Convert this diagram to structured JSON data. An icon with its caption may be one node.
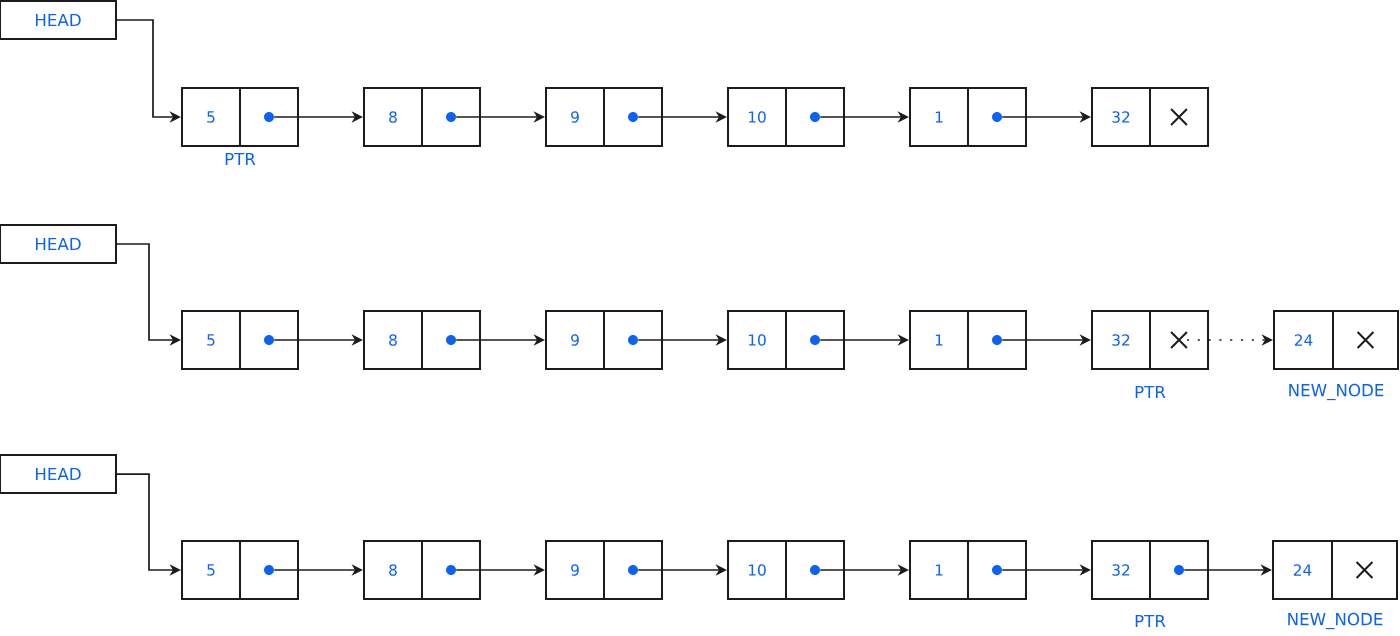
{
  "diagram": {
    "nodes": [
      {
        "text": [
          "HEAD"
        ]
      },
      {
        "text": [
          "5"
        ],
        "beside": [
          "PTR"
        ]
      },
      {
        "text": [],
        "shape": "circle",
        "in": 1
      },
      {
        "text": [
          "8"
        ]
      },
      {
        "text": [],
        "shape": "circle",
        "in": 3
      },
      {
        "text": [
          "9"
        ]
      },
      {
        "text": [],
        "shape": "circle",
        "in": 5
      },
      {
        "text": [
          "10"
        ]
      },
      {
        "text": [],
        "shape": "circle",
        "in": 7
      },
      {
        "text": [
          "1"
        ]
      },
      {
        "text": [],
        "shape": "circle",
        "in": 9
      },
      {
        "text": [
          "32"
        ]
      },
      {
        "text": [],
        "shape": "cross",
        "in": 11
      },
      {
        "text": [
          "HEAD"
        ]
      },
      {
        "text": [
          "5"
        ]
      },
      {
        "text": [],
        "shape": "circle",
        "in": 14
      },
      {
        "text": [
          "8"
        ]
      },
      {
        "text": [],
        "shape": "circle",
        "in": 16
      },
      {
        "text": [
          "9"
        ]
      },
      {
        "text": [],
        "shape": "circle",
        "in": 18
      },
      {
        "text": [
          "10"
        ]
      },
      {
        "text": [],
        "shape": "circle",
        "in": 20
      },
      {
        "text": [
          "1"
        ]
      },
      {
        "text": [],
        "shape": "circle",
        "in": 22
      },
      {
        "text": [
          "32"
        ],
        "beside": [
          "PTR"
        ]
      },
      {
        "text": [],
        "shape": "cross",
        "in": 24
      },
      {
        "text": [
          "24"
        ],
        "beside": [
          "NEW_NODE"
        ]
      },
      {
        "text": [],
        "shape": "cross",
        "in": 26
      },
      {
        "text": [
          "HEAD"
        ]
      },
      {
        "text": [
          "5"
        ]
      },
      {
        "text": [],
        "shape": "circle",
        "in": 29
      },
      {
        "text": [
          "8"
        ]
      },
      {
        "text": [],
        "shape": "circle",
        "in": 31
      },
      {
        "text": [
          "9"
        ]
      },
      {
        "text": [],
        "shape": "circle",
        "in": 33
      },
      {
        "text": [
          "10"
        ]
      },
      {
        "text": [],
        "shape": "circle",
        "in": 35
      },
      {
        "text": [
          "1"
        ]
      },
      {
        "text": [],
        "shape": "circle",
        "in": 37
      },
      {
        "text": [
          "32"
        ],
        "beside": [
          "PTR"
        ]
      },
      {
        "text": [],
        "shape": "circle",
        "in": 39
      },
      {
        "text": [
          "24"
        ],
        "beside": [
          "NEW_NODE"
        ]
      },
      {
        "text": [],
        "shape": "cross",
        "in": 41
      }
    ],
    "edges": [
      {
        "from": 0,
        "to": 1,
        "arrow": "to"
      },
      {
        "from": 2,
        "to": 3,
        "arrow": "to"
      },
      {
        "from": 4,
        "to": 5,
        "arrow": "to"
      },
      {
        "from": 6,
        "to": 7,
        "arrow": "to"
      },
      {
        "from": 8,
        "to": 9,
        "arrow": "to"
      },
      {
        "from": 10,
        "to": 11,
        "arrow": "to"
      },
      {
        "from": 13,
        "to": 14,
        "arrow": "to"
      },
      {
        "from": 15,
        "to": 16,
        "arrow": "to"
      },
      {
        "from": 17,
        "to": 18,
        "arrow": "to"
      },
      {
        "from": 19,
        "to": 20,
        "arrow": "to"
      },
      {
        "from": 21,
        "to": 22,
        "arrow": "to"
      },
      {
        "from": 23,
        "to": 24,
        "arrow": "to"
      },
      {
        "from": 25,
        "to": 26,
        "arrow": "to",
        "style": "dashed"
      },
      {
        "from": 28,
        "to": 29,
        "arrow": "to"
      },
      {
        "from": 30,
        "to": 31,
        "arrow": "to"
      },
      {
        "from": 32,
        "to": 33,
        "arrow": "to"
      },
      {
        "from": 34,
        "to": 35,
        "arrow": "to"
      },
      {
        "from": 36,
        "to": 37,
        "arrow": "to"
      },
      {
        "from": 38,
        "to": 39,
        "arrow": "to"
      },
      {
        "from": 40,
        "to": 41,
        "arrow": "to"
      }
    ]
  }
}
